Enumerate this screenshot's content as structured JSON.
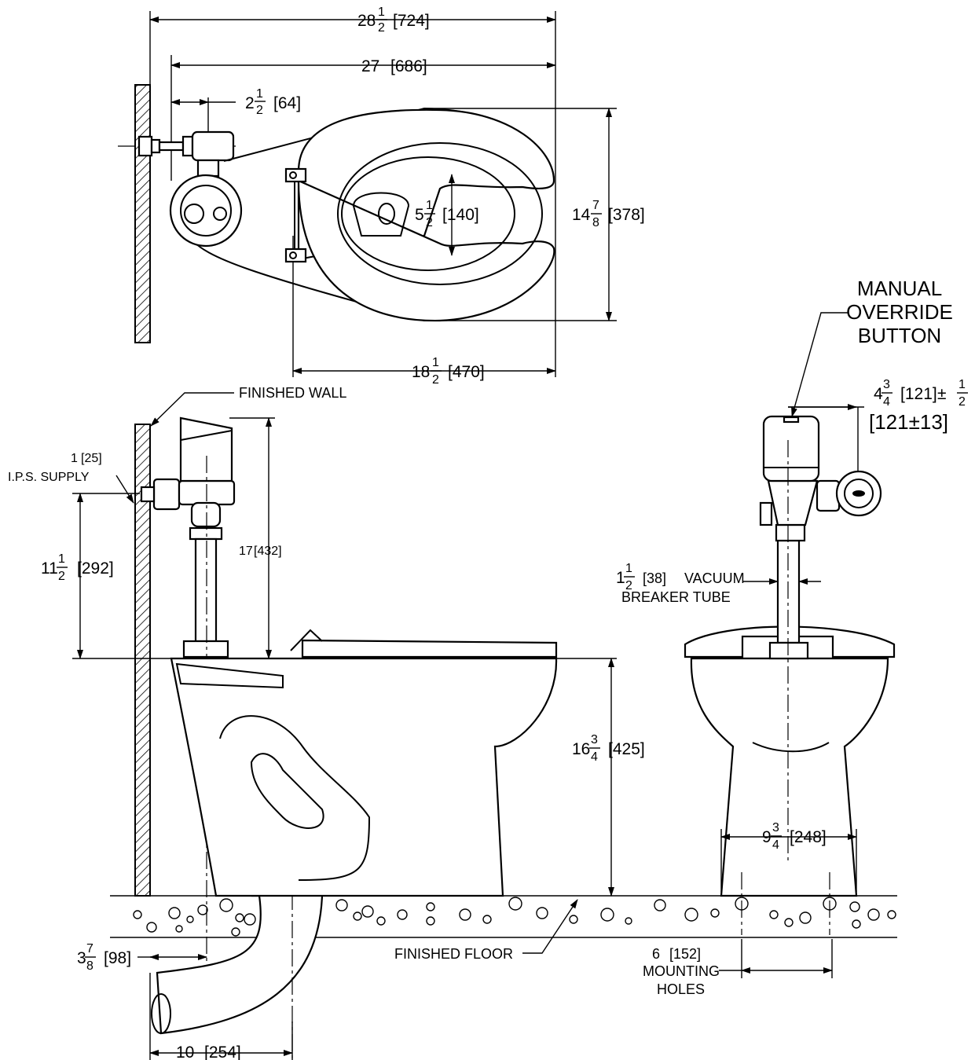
{
  "dimensions": {
    "overall_depth": {
      "whole": "28",
      "num": "1",
      "den": "2",
      "metric": "[724]"
    },
    "bowl_depth_from_wall": {
      "whole": "27",
      "metric": "[686]"
    },
    "valve_offset": {
      "whole": "2",
      "num": "1",
      "den": "2",
      "metric": "[64]"
    },
    "seat_hinge_spacing": {
      "whole": "5",
      "num": "1",
      "den": "2",
      "metric": "[140]"
    },
    "bowl_width": {
      "whole": "14",
      "num": "7",
      "den": "8",
      "metric": "[378]"
    },
    "seat_length": {
      "whole": "18",
      "num": "1",
      "den": "2",
      "metric": "[470]"
    },
    "supply_size": {
      "whole": "1",
      "metric": "[25]"
    },
    "supply_height": {
      "whole": "11",
      "num": "1",
      "den": "2",
      "metric": "[292]"
    },
    "valve_height": {
      "whole": "17",
      "metric": "[432]"
    },
    "rim_height": {
      "whole": "16",
      "num": "3",
      "den": "4",
      "metric": "[425]"
    },
    "outlet_offset": {
      "whole": "3",
      "num": "7",
      "den": "8",
      "metric": "[98]"
    },
    "outlet_to_wall": {
      "whole": "10",
      "metric": "[254]"
    },
    "valve_projection": {
      "whole": "4",
      "num": "3",
      "den": "4",
      "metric": "[121]",
      "tol_num": "1",
      "tol_den": "2",
      "metric_tol": "[121±13]"
    },
    "vacuum_breaker_tube": {
      "whole": "1",
      "num": "1",
      "den": "2",
      "metric": "[38]"
    },
    "base_width": {
      "whole": "9",
      "num": "3",
      "den": "4",
      "metric": "[248]"
    },
    "mounting_holes_spacing": {
      "whole": "6",
      "metric": "[152]"
    }
  },
  "labels": {
    "finished_wall": "FINISHED WALL",
    "ips_supply": "I.P.S. SUPPLY",
    "finished_floor": "FINISHED FLOOR",
    "manual_override_1": "MANUAL",
    "manual_override_2": "OVERRIDE",
    "manual_override_3": "BUTTON",
    "vacuum_1": "VACUUM",
    "vacuum_2": "BREAKER  TUBE",
    "mounting_1": "MOUNTING",
    "mounting_2": "HOLES"
  }
}
